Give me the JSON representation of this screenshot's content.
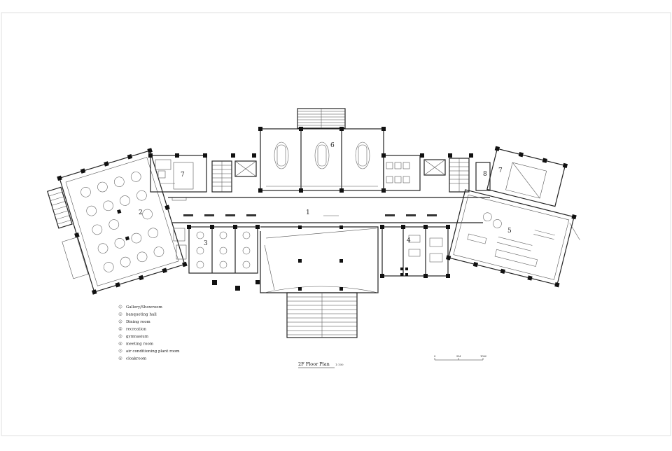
{
  "drawing": {
    "title": "2F Floor Plan",
    "scale": "1:100",
    "scale_bar_labels": [
      "0",
      "5M",
      "10M"
    ],
    "room_numbers": [
      "1",
      "2",
      "3",
      "4",
      "5",
      "6",
      "7",
      "7",
      "8"
    ],
    "legend": [
      {
        "num": "1",
        "label": "Gallery/Showroom"
      },
      {
        "num": "2",
        "label": "banqueting hall"
      },
      {
        "num": "3",
        "label": "Dining room"
      },
      {
        "num": "4",
        "label": "recreation"
      },
      {
        "num": "5",
        "label": "gymnasium"
      },
      {
        "num": "6",
        "label": "meeting room"
      },
      {
        "num": "7",
        "label": "air conditioning plant room"
      },
      {
        "num": "8",
        "label": "cloakroom"
      }
    ]
  }
}
